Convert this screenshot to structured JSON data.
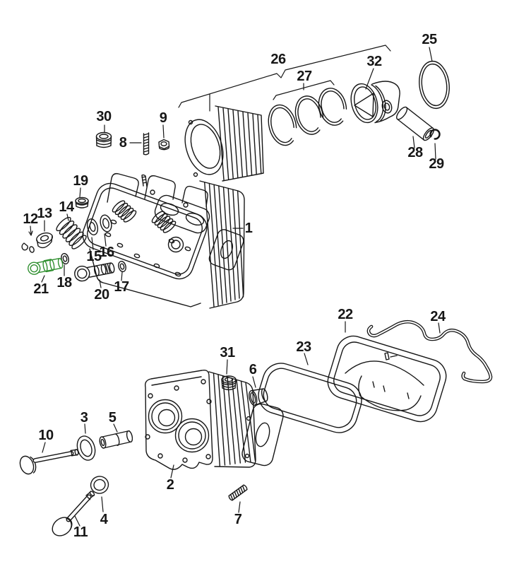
{
  "figure": {
    "type": "exploded-parts-diagram",
    "background_color": "#ffffff",
    "line_color": "#161616",
    "highlight_color": "#2f8f2f",
    "highlighted_callout": "21"
  },
  "callouts": [
    {
      "label": "1"
    },
    {
      "label": "2"
    },
    {
      "label": "3"
    },
    {
      "label": "4"
    },
    {
      "label": "5"
    },
    {
      "label": "6"
    },
    {
      "label": "7"
    },
    {
      "label": "8"
    },
    {
      "label": "9"
    },
    {
      "label": "10"
    },
    {
      "label": "11"
    },
    {
      "label": "12"
    },
    {
      "label": "13"
    },
    {
      "label": "14"
    },
    {
      "label": "15"
    },
    {
      "label": "16"
    },
    {
      "label": "17"
    },
    {
      "label": "18"
    },
    {
      "label": "19"
    },
    {
      "label": "20"
    },
    {
      "label": "21"
    },
    {
      "label": "22"
    },
    {
      "label": "23"
    },
    {
      "label": "24"
    },
    {
      "label": "25"
    },
    {
      "label": "26"
    },
    {
      "label": "27"
    },
    {
      "label": "28"
    },
    {
      "label": "29"
    },
    {
      "label": "30"
    },
    {
      "label": "31"
    },
    {
      "label": "32"
    }
  ]
}
